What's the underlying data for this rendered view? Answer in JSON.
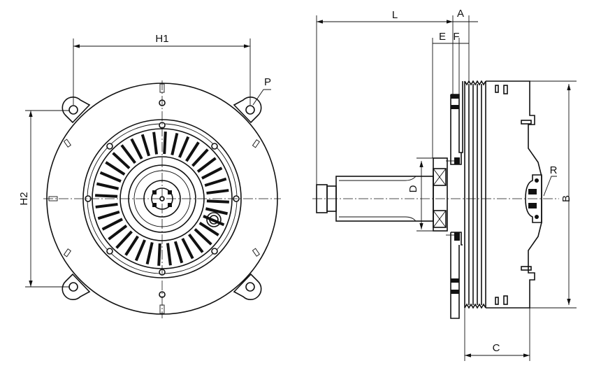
{
  "front_view": {
    "dimensions": {
      "h1": "H1",
      "h2": "H2",
      "p": "P"
    }
  },
  "side_view": {
    "dimensions": {
      "l": "L",
      "a": "A",
      "e": "E",
      "f": "F",
      "d": "D",
      "b": "B",
      "c": "C",
      "r": "R"
    }
  },
  "colors": {
    "line": "#111111",
    "background": "#ffffff"
  }
}
